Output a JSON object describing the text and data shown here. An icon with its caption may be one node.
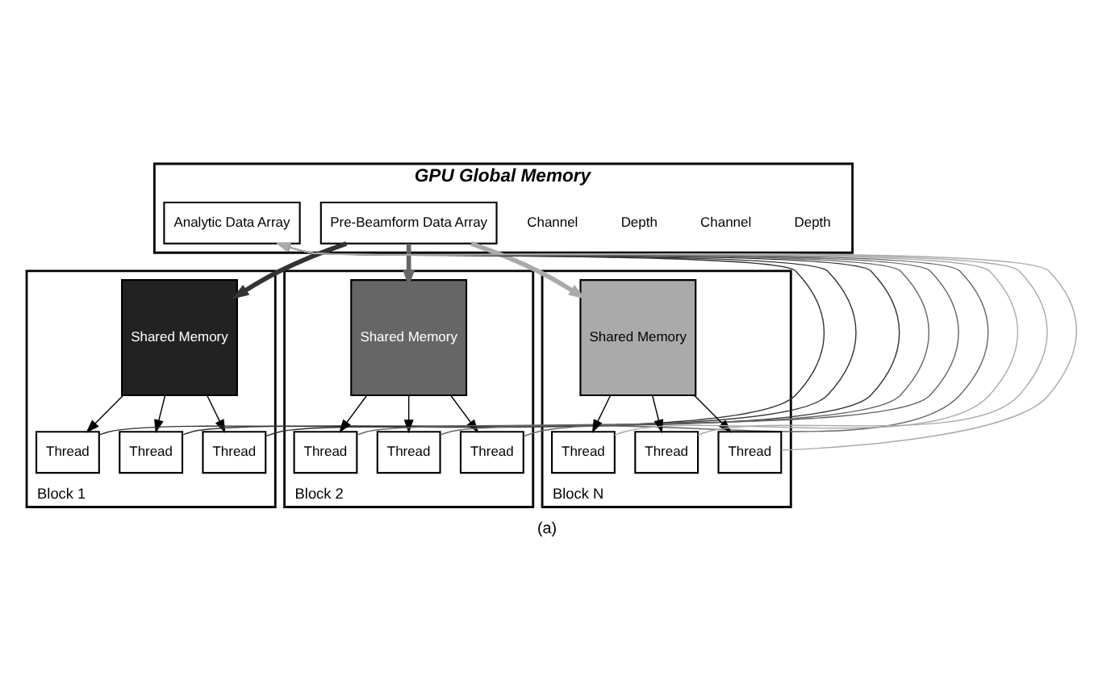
{
  "diagram": {
    "caption": "(a)",
    "nodes": [
      {
        "text": [
          "GPU Global Memory"
        ]
      },
      {
        "text": [
          "Pre-Beamform Data Array"
        ],
        "in": 0
      },
      {
        "text": [
          "Analytic Data Array"
        ],
        "in": 0
      },
      {
        "text": [
          "Block 1"
        ]
      },
      {
        "text": [
          "Shared Memory"
        ],
        "in": 3
      },
      {
        "text": [
          "Thread"
        ],
        "in": 3
      },
      {
        "text": [
          "Thread"
        ],
        "in": 3
      },
      {
        "text": [
          "Thread"
        ],
        "in": 3
      },
      {
        "text": [
          "Block 2"
        ]
      },
      {
        "text": [
          "Shared Memory"
        ],
        "in": 8
      },
      {
        "text": [
          "Thread"
        ],
        "in": 8
      },
      {
        "text": [
          "Thread"
        ],
        "in": 8
      },
      {
        "text": [
          "Thread"
        ],
        "in": 8
      },
      {
        "text": [
          "Block N"
        ]
      },
      {
        "text": [
          "Shared Memory"
        ],
        "in": 13
      },
      {
        "text": [
          "Thread"
        ],
        "in": 13
      },
      {
        "text": [
          "Thread"
        ],
        "in": 13
      },
      {
        "text": [
          "Thread"
        ],
        "in": 13
      }
    ],
    "edges": [
      {
        "from": 1,
        "to": 4,
        "arrow": "to",
        "style": "thick",
        "color": "#333333"
      },
      {
        "from": 1,
        "to": 9,
        "arrow": "to",
        "style": "thick",
        "color": "#666666"
      },
      {
        "from": 1,
        "to": 14,
        "arrow": "to",
        "style": "thick",
        "color": "#aaaaaa"
      },
      {
        "from": 4,
        "to": 5,
        "arrow": "to"
      },
      {
        "from": 4,
        "to": 6,
        "arrow": "to"
      },
      {
        "from": 4,
        "to": 7,
        "arrow": "to"
      },
      {
        "from": 9,
        "to": 10,
        "arrow": "to"
      },
      {
        "from": 9,
        "to": 11,
        "arrow": "to"
      },
      {
        "from": 9,
        "to": 12,
        "arrow": "to"
      },
      {
        "from": 14,
        "to": 15,
        "arrow": "to"
      },
      {
        "from": 14,
        "to": 16,
        "arrow": "to"
      },
      {
        "from": 14,
        "to": 17,
        "arrow": "to"
      },
      {
        "from": 5,
        "to": 2,
        "arrow": "to",
        "color": "#333333"
      },
      {
        "from": 6,
        "to": 2,
        "arrow": "to",
        "color": "#333333"
      },
      {
        "from": 7,
        "to": 2,
        "arrow": "to",
        "color": "#333333"
      },
      {
        "from": 10,
        "to": 2,
        "arrow": "to",
        "color": "#666666"
      },
      {
        "from": 11,
        "to": 2,
        "arrow": "to",
        "color": "#666666"
      },
      {
        "from": 12,
        "to": 2,
        "arrow": "to",
        "color": "#666666"
      },
      {
        "from": 15,
        "to": 2,
        "arrow": "to",
        "color": "#aaaaaa"
      },
      {
        "from": 16,
        "to": 2,
        "arrow": "to",
        "color": "#aaaaaa"
      },
      {
        "from": 17,
        "to": 2,
        "arrow": "to",
        "color": "#aaaaaa"
      }
    ],
    "labels": [
      "Depth",
      "Channel",
      "Depth",
      "Channel"
    ]
  }
}
